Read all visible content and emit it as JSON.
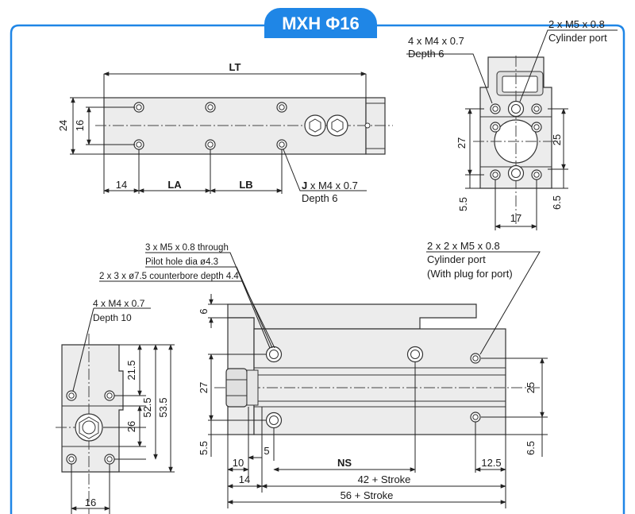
{
  "title": "MXH Φ16",
  "top_side": {
    "lt": "LT",
    "dim_24": "24",
    "dim_16": "16",
    "dim_14": "14",
    "la": "LA",
    "lb": "LB",
    "note_j": "J",
    "note_j_rest": " x M4 x 0.7",
    "note_depth6": "Depth 6"
  },
  "top_end": {
    "note_m4_1": "4 x M4 x 0.7",
    "note_m4_2": "Depth 6",
    "note_port_1": "2 x M5 x 0.8",
    "note_port_2": "Cylinder port",
    "dim_27": "27",
    "dim_25": "25",
    "dim_5_5": "5.5",
    "dim_6_5": "6.5",
    "dim_17": "17"
  },
  "left_end": {
    "note_1": "4 x M4 x 0.7",
    "note_2": "Depth 10",
    "dim_21_5": "21.5",
    "dim_26": "26",
    "dim_52_5": "52.5",
    "dim_53_5": "53.5",
    "dim_16": "16"
  },
  "front": {
    "note_through": "3 x M5 x 0.8 through",
    "note_pilot": "Pilot hole dia ø4.3",
    "note_cbore": "2 x 3 x ø7.5 counterbore depth 4.4",
    "note_port_1": "2 x 2 x M5 x 0.8",
    "note_port_2": "Cylinder port",
    "note_port_3": "(With plug for port)",
    "dim_6": "6",
    "dim_27": "27",
    "dim_5_5": "5.5",
    "dim_25": "25",
    "dim_6_5": "6.5",
    "dim_10": "10",
    "dim_5": "5",
    "ns": "NS",
    "dim_12_5": "12.5",
    "dim_14": "14",
    "dim_42": "42 + Stroke",
    "dim_56": "56 + Stroke"
  }
}
